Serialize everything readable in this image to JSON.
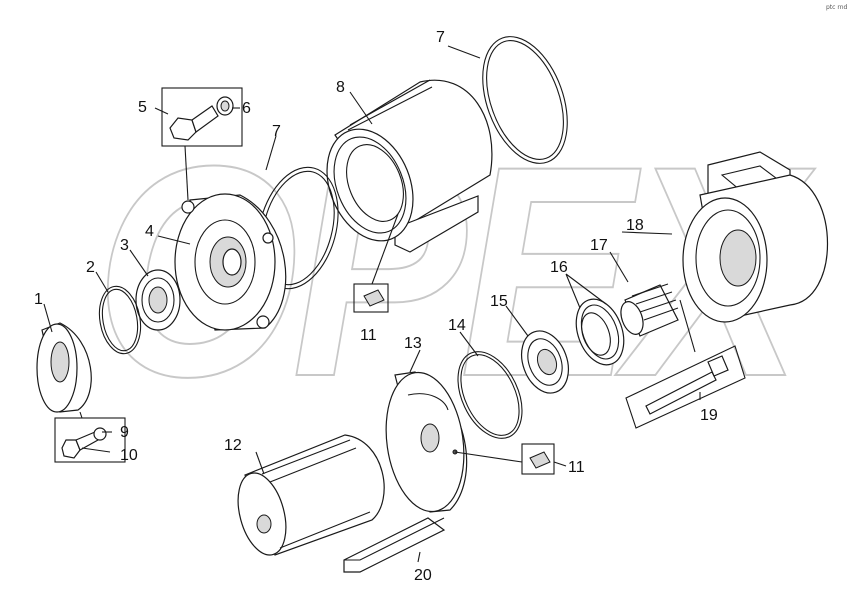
{
  "watermark_text": "OPEX",
  "corner_mark": "ptc rnd",
  "callouts": {
    "c1": "1",
    "c2": "2",
    "c3": "3",
    "c4": "4",
    "c5": "5",
    "c6": "6",
    "c7a": "7",
    "c7b": "7",
    "c8": "8",
    "c9": "9",
    "c10": "10",
    "c11a": "11",
    "c11b": "11",
    "c12": "12",
    "c13": "13",
    "c14": "14",
    "c15": "15",
    "c16": "16",
    "c17": "17",
    "c18": "18",
    "c19": "19",
    "c20": "20"
  }
}
